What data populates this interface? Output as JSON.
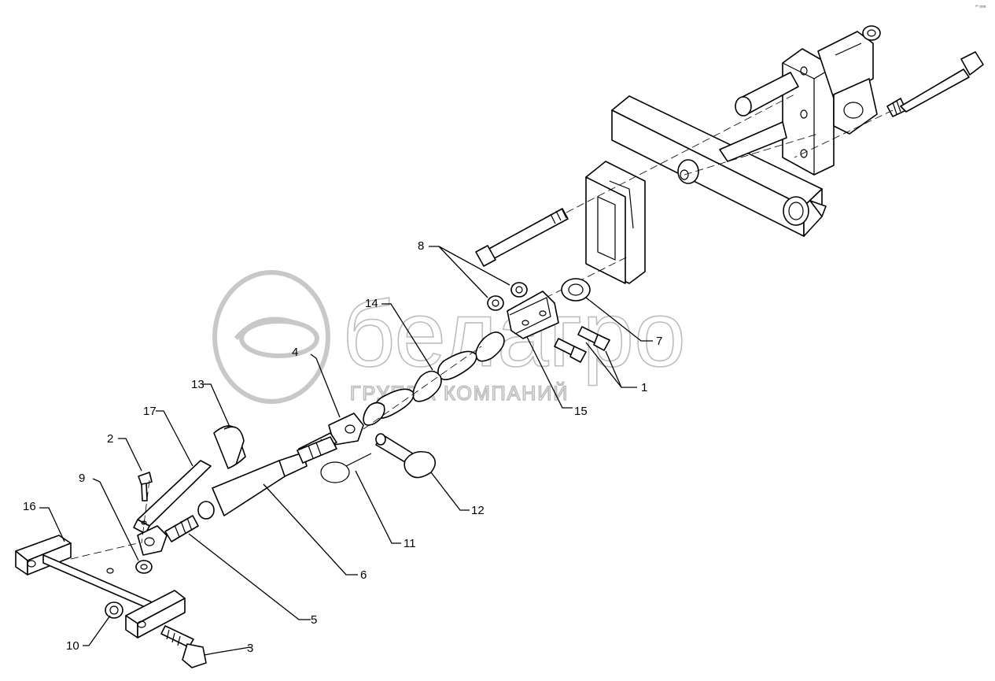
{
  "watermark": {
    "brand": "белагро",
    "tagline": "ГРУППА КОМПАНИЙ"
  },
  "corner_mark": "ª° ¤¤¤",
  "callouts": [
    {
      "id": "c1",
      "text": "1"
    },
    {
      "id": "c2",
      "text": "2"
    },
    {
      "id": "c3",
      "text": "3"
    },
    {
      "id": "c4",
      "text": "4"
    },
    {
      "id": "c5",
      "text": "5"
    },
    {
      "id": "c6",
      "text": "6"
    },
    {
      "id": "c7",
      "text": "7"
    },
    {
      "id": "c8",
      "text": "8"
    },
    {
      "id": "c9",
      "text": "9"
    },
    {
      "id": "c10",
      "text": "10"
    },
    {
      "id": "c11",
      "text": "11"
    },
    {
      "id": "c12",
      "text": "12"
    },
    {
      "id": "c13",
      "text": "13"
    },
    {
      "id": "c14",
      "text": "14"
    },
    {
      "id": "c15",
      "text": "15"
    },
    {
      "id": "c16",
      "text": "16"
    },
    {
      "id": "c17",
      "text": "17"
    }
  ]
}
